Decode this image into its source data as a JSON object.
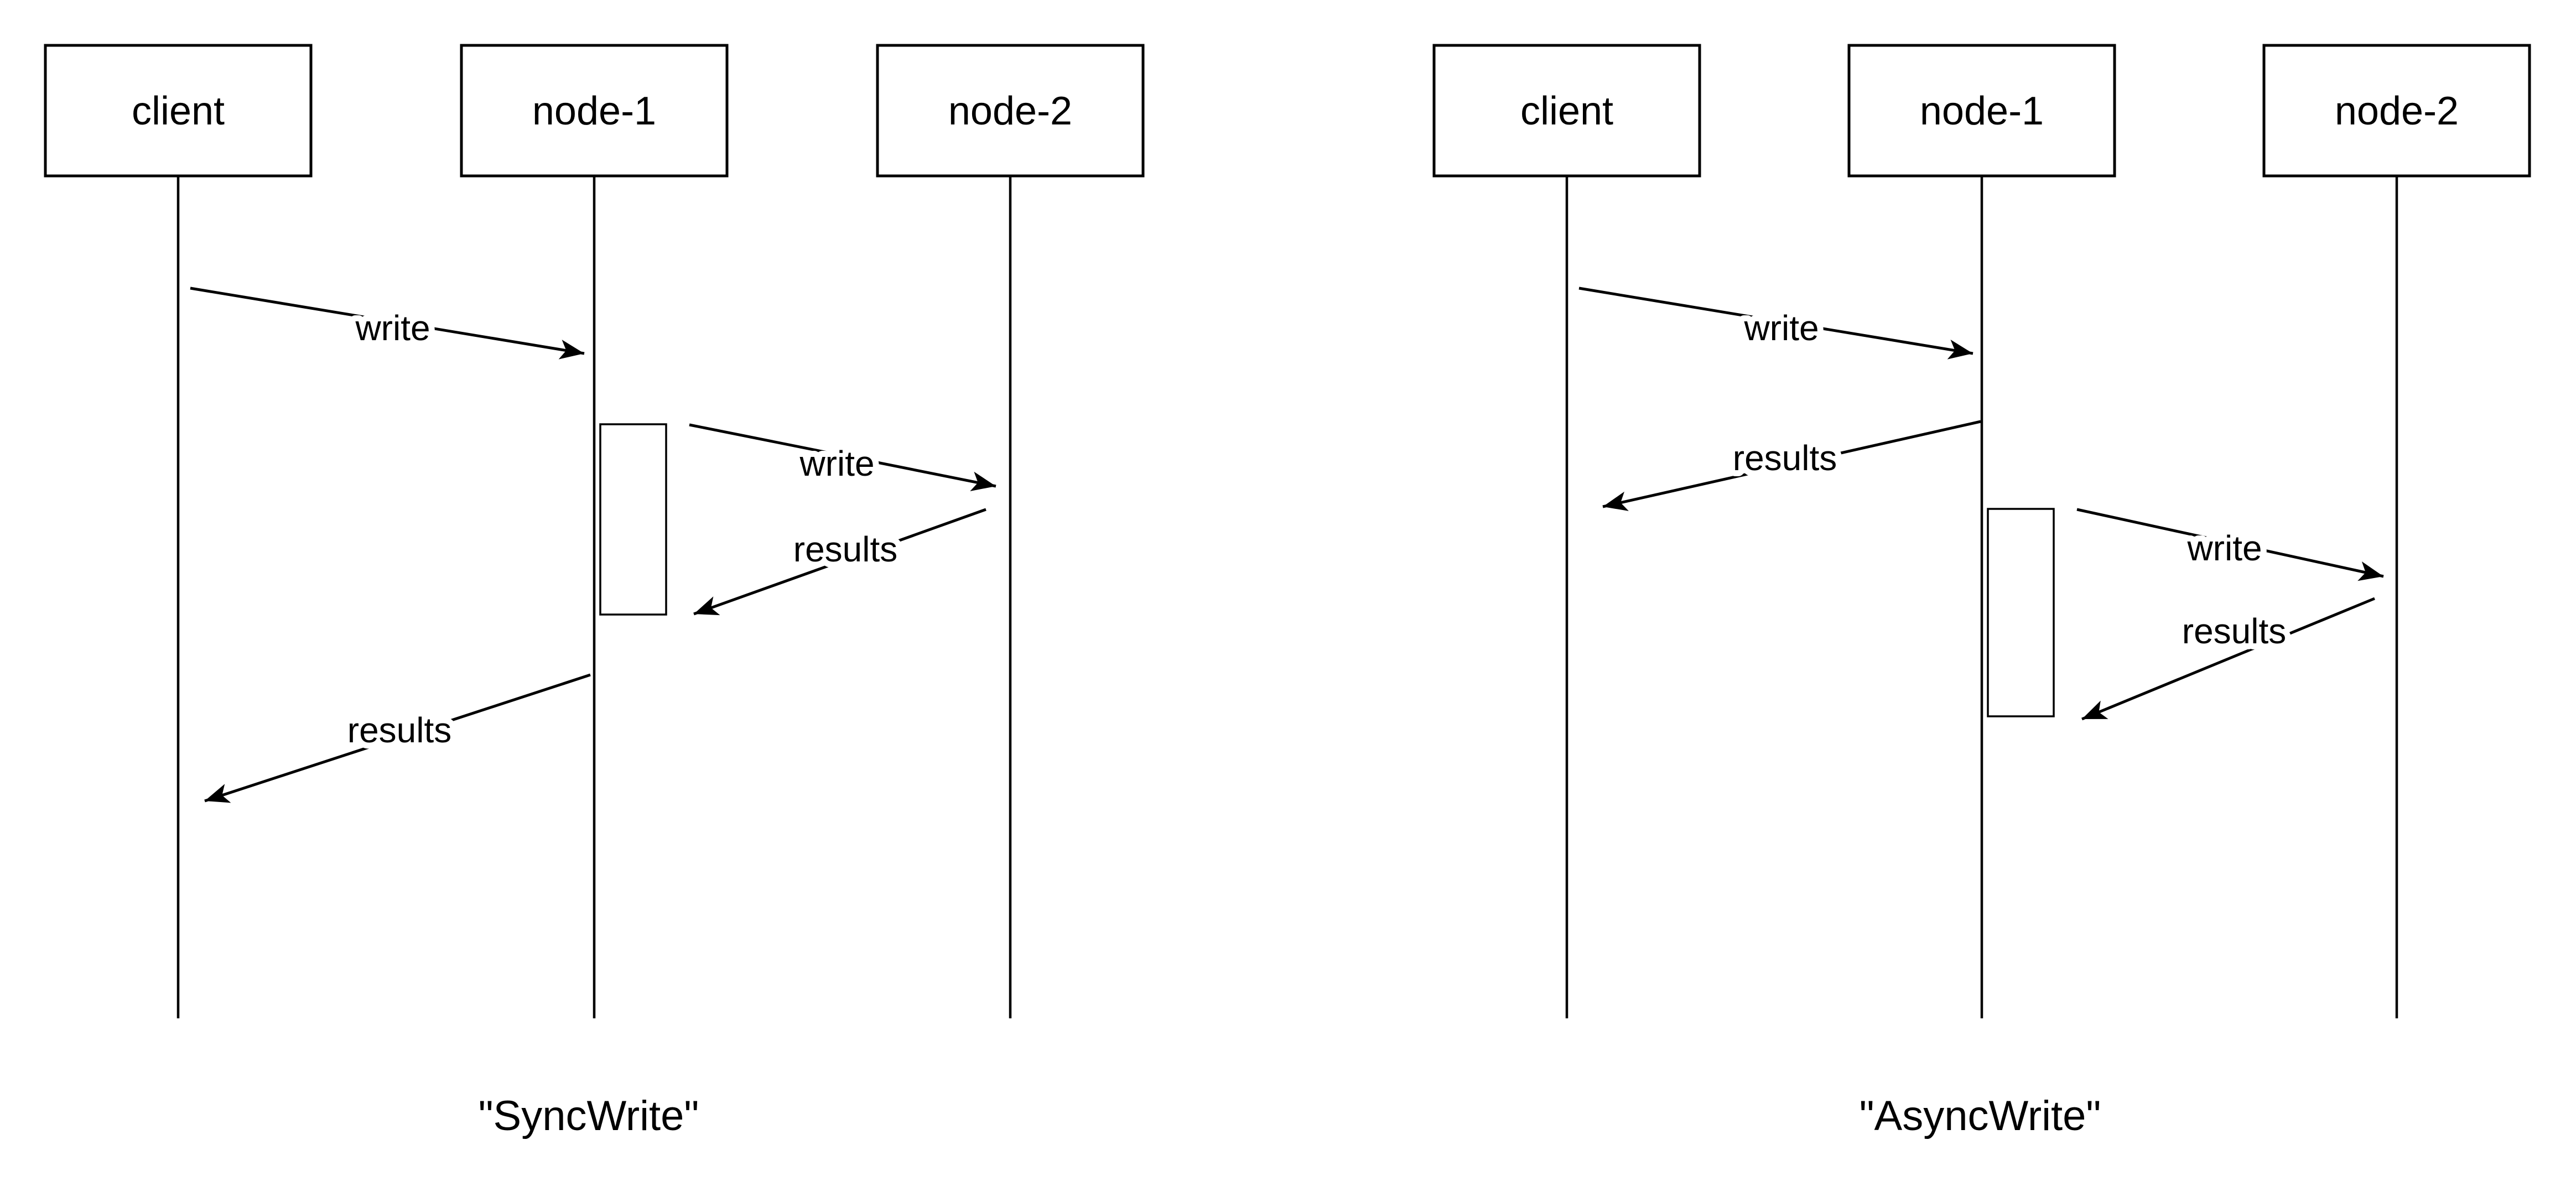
{
  "page": {
    "background_color": "#ffffff",
    "ink_color": "#000000"
  },
  "diagrams": [
    {
      "caption": "\"SyncWrite\"",
      "participants": [
        {
          "label": "client"
        },
        {
          "label": "node-1"
        },
        {
          "label": "node-2"
        }
      ],
      "messages": [
        {
          "from": "client",
          "to": "node-1",
          "label": "write"
        },
        {
          "from": "node-1",
          "to": "node-2",
          "label": "write"
        },
        {
          "from": "node-2",
          "to": "node-1",
          "label": "results"
        },
        {
          "from": "node-1",
          "to": "client",
          "label": "results"
        }
      ]
    },
    {
      "caption": "\"AsyncWrite\"",
      "participants": [
        {
          "label": "client"
        },
        {
          "label": "node-1"
        },
        {
          "label": "node-2"
        }
      ],
      "messages": [
        {
          "from": "client",
          "to": "node-1",
          "label": "write"
        },
        {
          "from": "node-1",
          "to": "client",
          "label": "results"
        },
        {
          "from": "node-1",
          "to": "node-2",
          "label": "write"
        },
        {
          "from": "node-2",
          "to": "node-1",
          "label": "results"
        }
      ]
    }
  ]
}
